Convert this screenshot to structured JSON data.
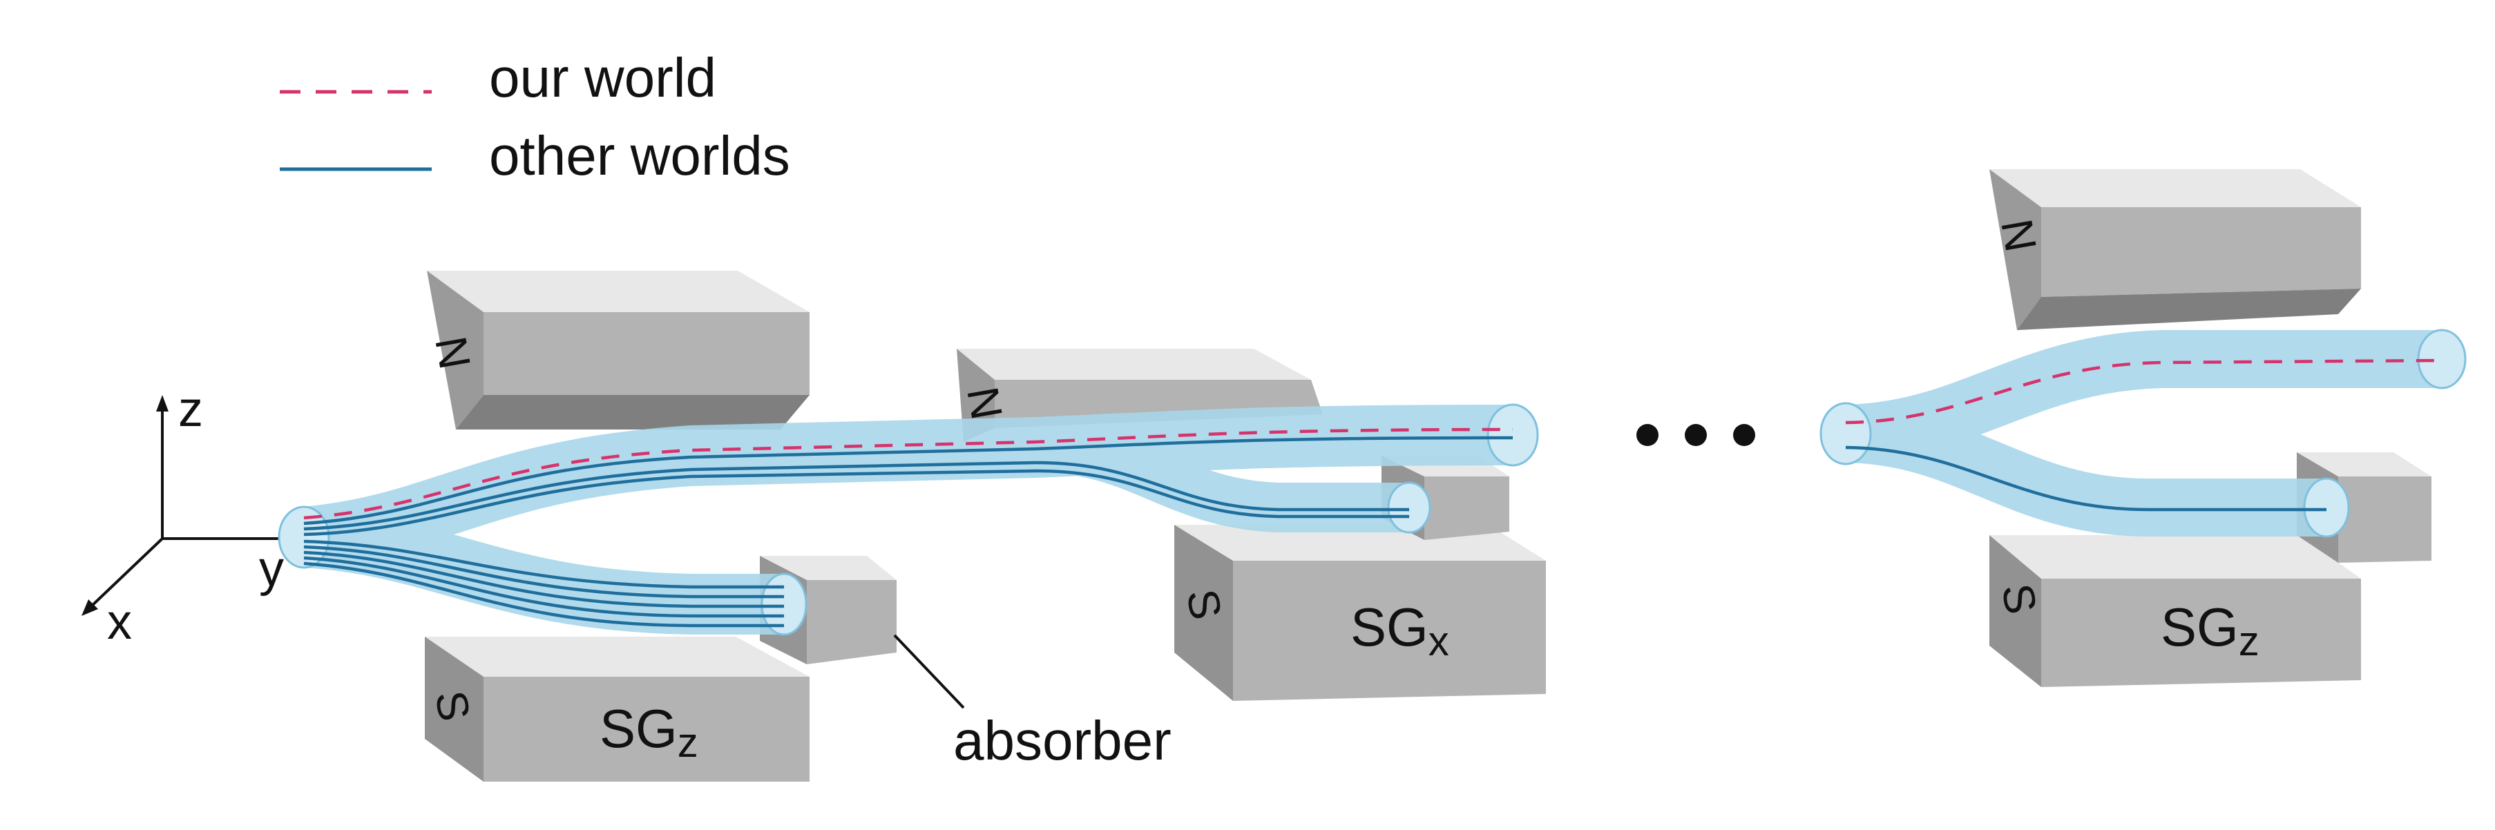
{
  "colors": {
    "our_world": "#d6336c",
    "other_worlds": "#1f6e9c",
    "tube_fill": "#a9d7ea",
    "tube_edge": "#8cc7e0",
    "magnet_front": "#b3b3b3",
    "magnet_top": "#e8e8e8",
    "magnet_side": "#8f8f8f",
    "ink": "#111111"
  },
  "legend": {
    "items": [
      {
        "label": "our world",
        "style": "dashed",
        "color": "#d6336c"
      },
      {
        "label": "other worlds",
        "style": "solid",
        "color": "#1f6e9c"
      }
    ]
  },
  "axes": {
    "z": "z",
    "y": "y",
    "x": "x"
  },
  "stages": [
    {
      "name_main": "SG",
      "name_sub": "z",
      "north": "N",
      "south": "S"
    },
    {
      "name_main": "SG",
      "name_sub": "x",
      "north": "N",
      "south": "S"
    },
    {
      "name_main": "SG",
      "name_sub": "z",
      "north": "N",
      "south": "S"
    }
  ],
  "absorber_label": "absorber",
  "ellipsis": "•••"
}
